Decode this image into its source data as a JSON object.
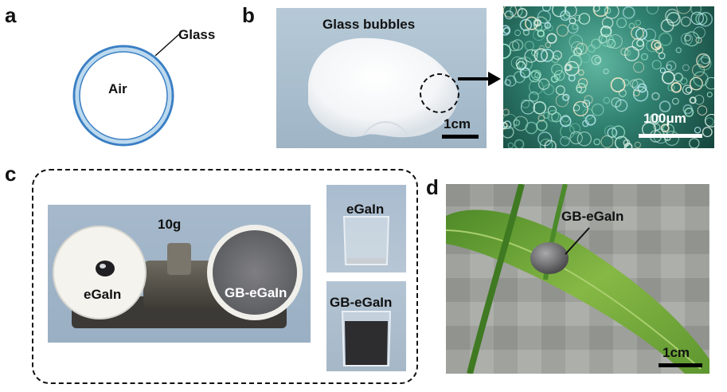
{
  "panels": {
    "a": {
      "label": "a",
      "air_label": "Air",
      "glass_label": "Glass"
    },
    "b": {
      "label": "b",
      "title": "Glass bubbles",
      "scale_left": "1cm",
      "scale_right": "100μm"
    },
    "c": {
      "label": "c",
      "mass_label": "10g",
      "left_pan_label": "eGaIn",
      "right_pan_label": "GB-eGaIn",
      "beaker_top_label": "eGaIn",
      "beaker_bottom_label": "GB-eGaIn"
    },
    "d": {
      "label": "d",
      "sample_label": "GB-eGaIn",
      "scale": "1cm"
    }
  },
  "colors": {
    "glass_ring": "#3a7fc4",
    "glass_inner": "#bcd9ee",
    "leaf": "#78a93a",
    "photo_bg_b": "#a9bfcf",
    "photo_bg_c": "#9fb3c8"
  }
}
